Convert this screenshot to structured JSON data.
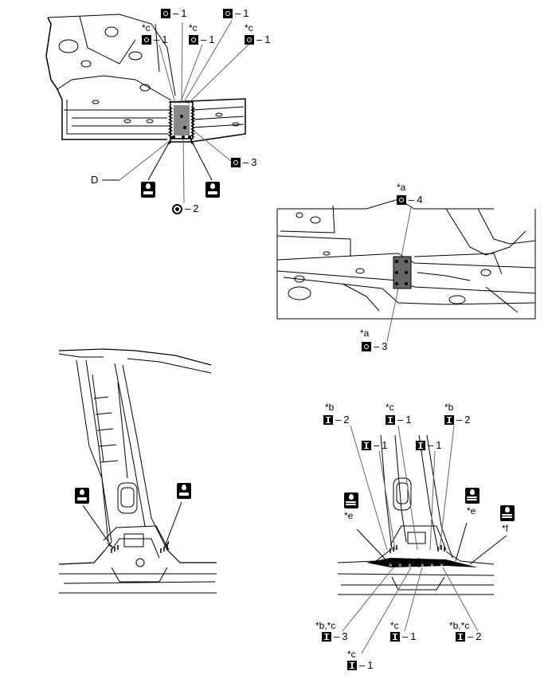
{
  "figure": {
    "top_left": {
      "callouts": [
        {
          "prefix": "",
          "num": "1"
        },
        {
          "prefix": "",
          "num": "1"
        },
        {
          "prefix": "*c",
          "num": "1"
        },
        {
          "prefix": "*c",
          "num": "1"
        },
        {
          "prefix": "*c",
          "num": "1"
        }
      ],
      "callout_right": {
        "num": "3"
      },
      "callout_bottom": {
        "num": "2"
      },
      "label_d": "D"
    },
    "top_right": {
      "callout_top": {
        "prefix": "*a",
        "num": "4"
      },
      "callout_bottom": {
        "prefix": "*a",
        "num": "3"
      }
    },
    "bottom_right": {
      "top_b_left": {
        "prefix": "*b",
        "num": "2"
      },
      "top_c_mid": {
        "prefix": "*c",
        "num": "1"
      },
      "top_b_right": {
        "prefix": "*b",
        "num": "2"
      },
      "mid_1a": {
        "num": "1"
      },
      "mid_1b": {
        "num": "1"
      },
      "e_left": "*e",
      "e_right": "*e",
      "f_right": "*f",
      "bot_bc_left": {
        "prefix": "*b,*c",
        "num": "3"
      },
      "bot_c_mid": {
        "prefix": "*c",
        "num": "1"
      },
      "bot_bc_right": {
        "prefix": "*b,*c",
        "num": "2"
      },
      "bot_c_low": {
        "prefix": "*c",
        "num": "1"
      }
    },
    "dash": "–",
    "icons": [
      "spot-weld-icon",
      "arc-weld-icon",
      "plug-weld-icon",
      "sealer-icon"
    ]
  }
}
